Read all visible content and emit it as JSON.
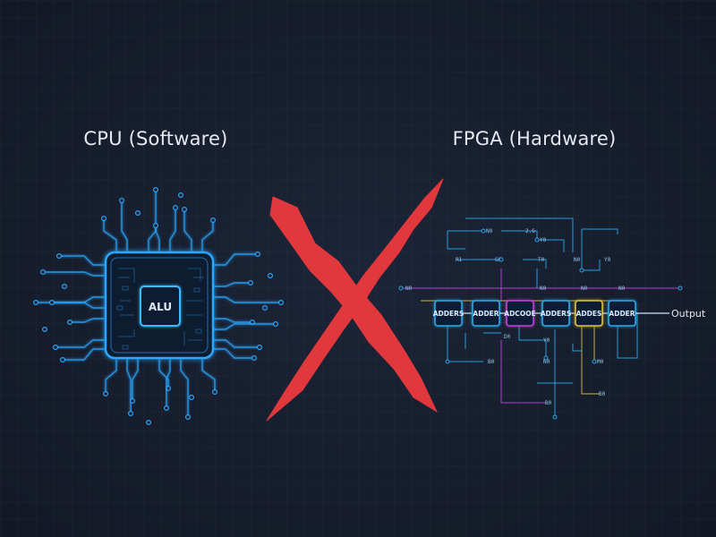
{
  "cpu": {
    "title": "CPU (Software)",
    "core_label": "ALU"
  },
  "fpga": {
    "title": "FPGA (Hardware)",
    "output_label": "Output",
    "blocks": [
      {
        "label": "ADDERS",
        "color": "#2aa8e8"
      },
      {
        "label": "ADDER",
        "color": "#2aa8e8"
      },
      {
        "label": "ADCOOE",
        "color": "#c040d8"
      },
      {
        "label": "ADDERS",
        "color": "#2aa8e8"
      },
      {
        "label": "ADDES",
        "color": "#d8c040"
      },
      {
        "label": "ADDER",
        "color": "#2aa8e8"
      }
    ]
  },
  "divider": {
    "icon": "cross-icon",
    "color": "#e0383c"
  },
  "colors": {
    "background": "#171e2e",
    "cpu_glow": "#2aa8ff",
    "fpga_cyan": "#2aa8e8",
    "fpga_magenta": "#c040d8",
    "fpga_yellow": "#d8c040"
  }
}
